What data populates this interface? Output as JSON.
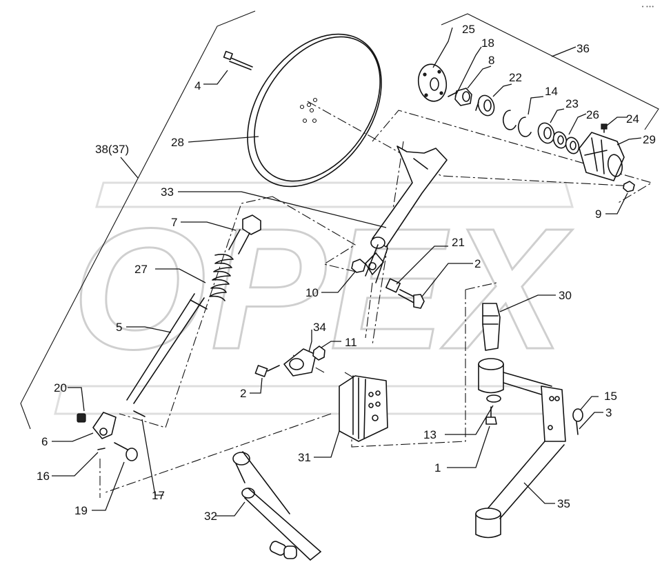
{
  "watermark": "OPEX",
  "corner_mark": "• •••",
  "callouts": {
    "c1": "1",
    "c2a": "2",
    "c2b": "2",
    "c3": "3",
    "c4": "4",
    "c5": "5",
    "c6": "6",
    "c7": "7",
    "c8": "8",
    "c9": "9",
    "c10": "10",
    "c11": "11",
    "c13": "13",
    "c14": "14",
    "c15": "15",
    "c16": "16",
    "c17": "17",
    "c18": "18",
    "c19": "19",
    "c20": "20",
    "c21": "21",
    "c22": "22",
    "c23": "23",
    "c24": "24",
    "c25": "25",
    "c26": "26",
    "c27": "27",
    "c28": "28",
    "c29": "29",
    "c30": "30",
    "c31": "31",
    "c32": "32",
    "c33": "33",
    "c34": "34",
    "c35": "35",
    "c36": "36",
    "c38": "38(37)"
  }
}
